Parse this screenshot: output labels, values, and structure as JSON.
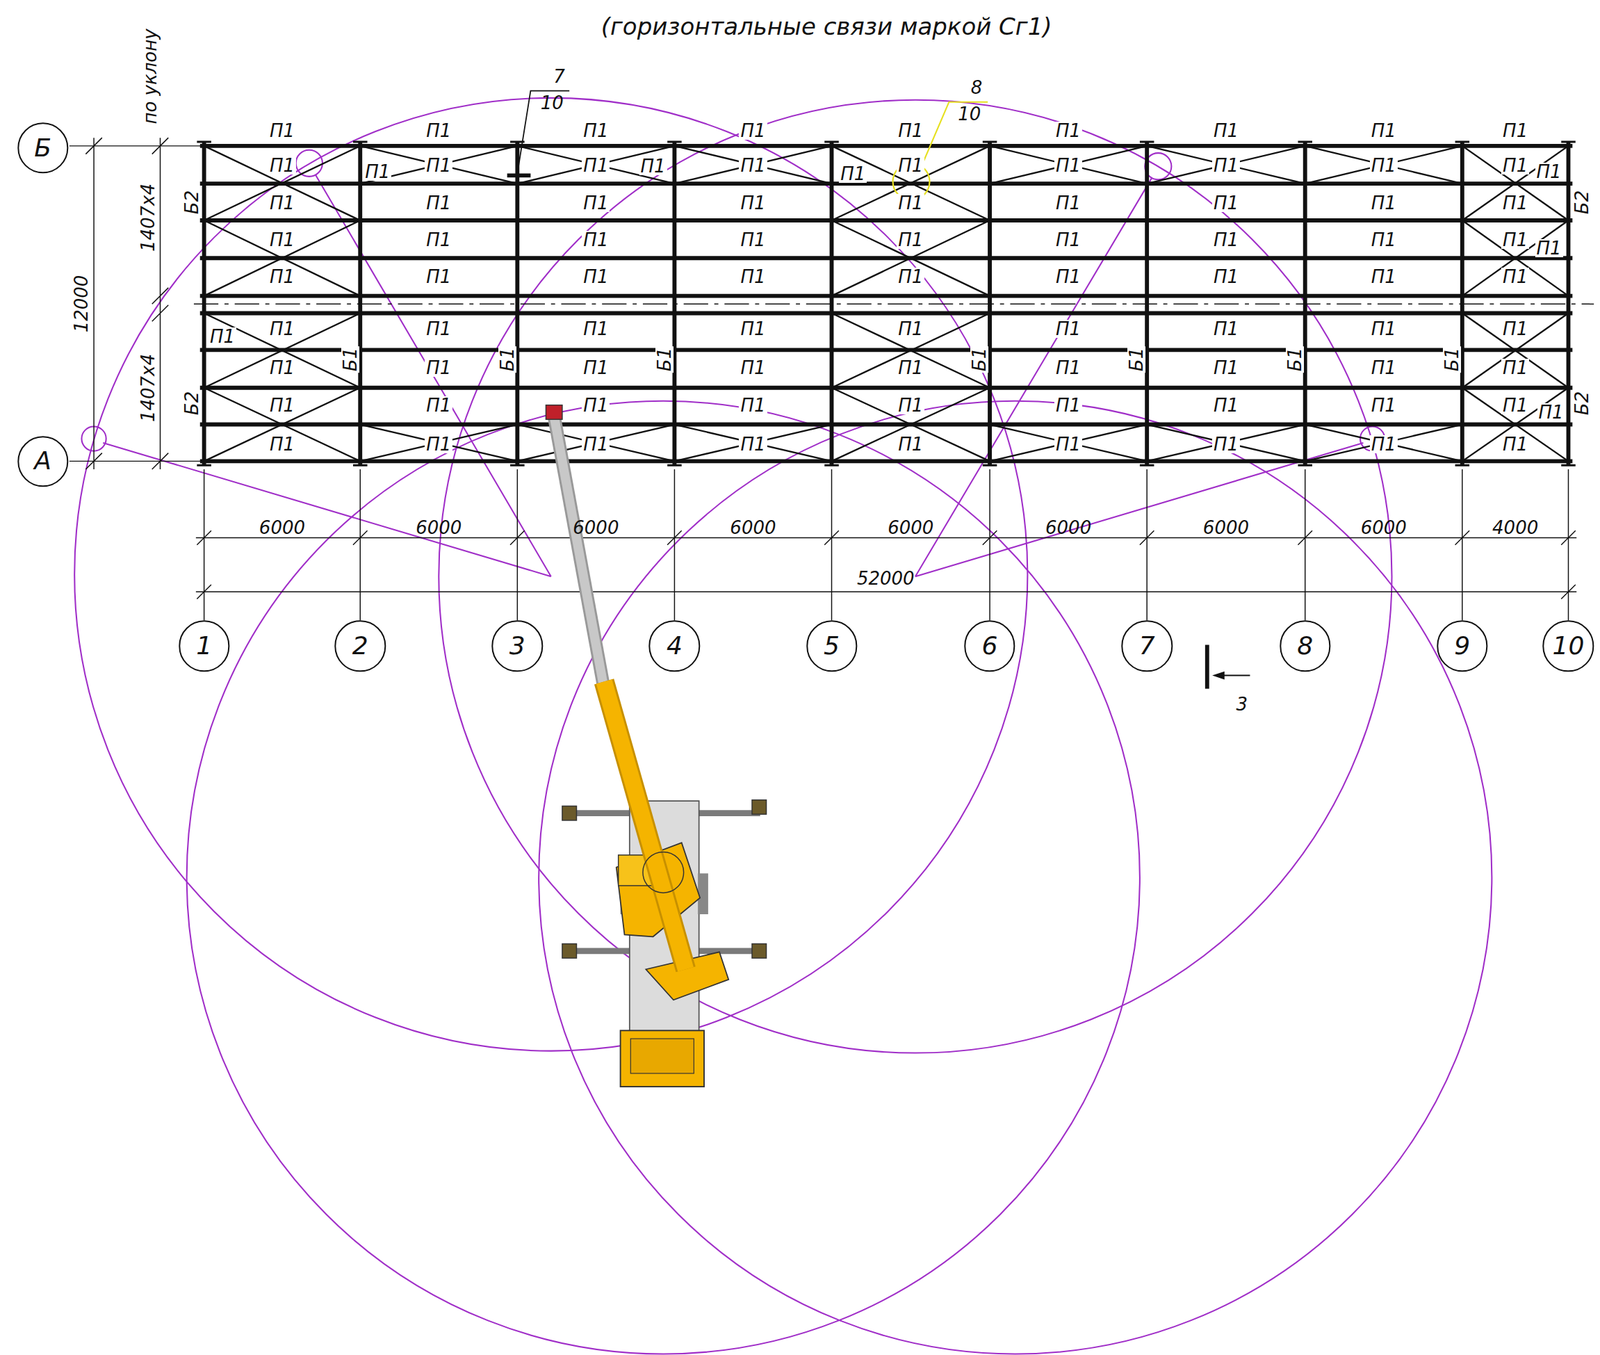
{
  "diagram": {
    "title": "(горизонтальные связи маркой Сг1)",
    "nodes": [
      {
        "text": [
          "Б"
        ]
      },
      {
        "text": [
          "А"
        ]
      },
      {
        "text": [
          "1"
        ]
      },
      {
        "text": [
          "2"
        ]
      },
      {
        "text": [
          "3"
        ]
      },
      {
        "text": [
          "4"
        ]
      },
      {
        "text": [
          "5"
        ]
      },
      {
        "text": [
          "6"
        ]
      },
      {
        "text": [
          "7"
        ]
      },
      {
        "text": [
          "8"
        ]
      },
      {
        "text": [
          "9"
        ]
      },
      {
        "text": [
          "10"
        ]
      }
    ],
    "labels": [
      "по уклону",
      "П1",
      "П1",
      "П1",
      "П1",
      "П1",
      "П1",
      "П1",
      "П1",
      "П1",
      "П1",
      "П1",
      "П1",
      "П1",
      "П1",
      "П1",
      "П1",
      "П1",
      "П1",
      "П1",
      "П1",
      "П1",
      "П1",
      "П1",
      "П1",
      "П1",
      "П1",
      "П1",
      "П1",
      "П1",
      "П1",
      "П1",
      "П1",
      "П1",
      "П1",
      "П1",
      "П1",
      "П1",
      "П1",
      "П1",
      "П1",
      "П1",
      "П1",
      "П1",
      "П1",
      "П1",
      "П1",
      "П1",
      "П1",
      "П1",
      "П1",
      "П1",
      "П1",
      "П1",
      "П1",
      "П1",
      "П1",
      "П1",
      "П1",
      "П1",
      "П1",
      "П1",
      "П1",
      "П1",
      "П1",
      "П1",
      "П1",
      "П1",
      "П1",
      "П1",
      "П1",
      "П1",
      "П1",
      "П1",
      "П1",
      "П1",
      "П1",
      "П1",
      "П1",
      "П1",
      "П1",
      "П1",
      "П1",
      "П1",
      "П1",
      "П1",
      "П1",
      "П1",
      "П1",
      "Б2",
      "Б2",
      "Б2",
      "Б2",
      "Б1",
      "Б1",
      "Б1",
      "Б1",
      "Б1",
      "Б1",
      "Б1",
      "7",
      "10",
      "8",
      "10",
      "12000",
      "1407x4",
      "1407x4",
      "6000",
      "6000",
      "6000",
      "6000",
      "6000",
      "6000",
      "6000",
      "6000",
      "4000",
      "52000",
      "3"
    ]
  }
}
